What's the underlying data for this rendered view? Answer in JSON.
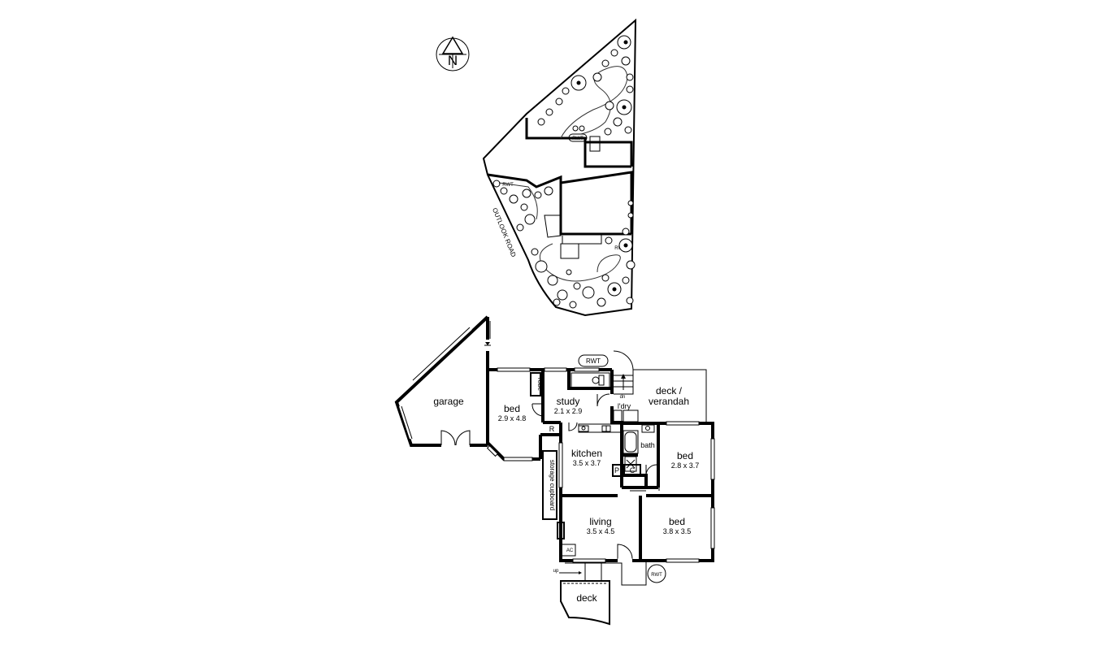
{
  "site_plan": {
    "compass_letter": "N",
    "street_label": "OUTLOOK ROAD",
    "tank_labels": [
      "RWT",
      "RWT",
      "RWT"
    ]
  },
  "floor_plan": {
    "rooms": {
      "garage": {
        "name": "garage"
      },
      "bed1": {
        "name": "bed",
        "size": "2.9 x 4.8"
      },
      "robe": {
        "name": "robe"
      },
      "study": {
        "name": "study",
        "size": "2.1 x 2.9"
      },
      "kitchen": {
        "name": "kitchen",
        "size": "3.5 x 3.7"
      },
      "laundry": {
        "name": "l'dry"
      },
      "bath": {
        "name": "bath"
      },
      "bed2": {
        "name": "bed",
        "size": "2.8 x 3.7"
      },
      "deck_verandah": {
        "line1": "deck /",
        "line2": "verandah"
      },
      "storage": {
        "name": "storage cupboard"
      },
      "living": {
        "name": "living",
        "size": "3.5 x 4.5"
      },
      "bed3": {
        "name": "bed",
        "size": "3.8 x 3.5"
      },
      "deck": {
        "name": "deck"
      }
    },
    "marks": {
      "rwt_top": "RWT",
      "rwt_bottom": "RWT",
      "dn": "dn",
      "up": "up",
      "ac": "AC",
      "r": "R",
      "p": "P",
      "c": "C"
    }
  }
}
